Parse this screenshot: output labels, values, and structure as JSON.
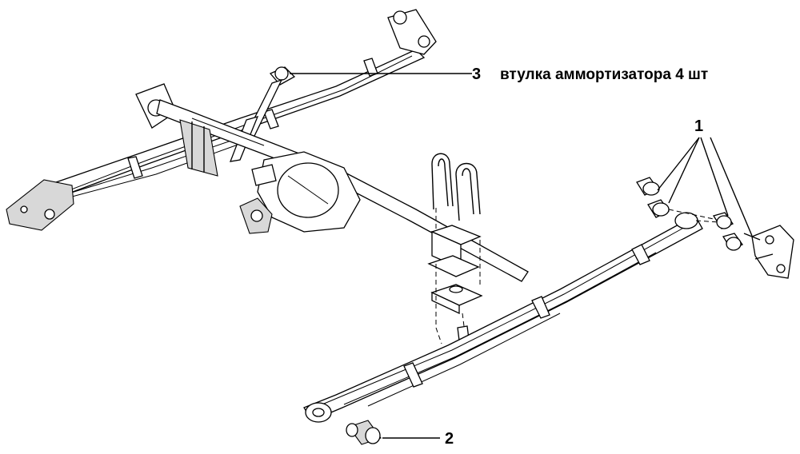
{
  "callouts": {
    "c1": {
      "number": "1"
    },
    "c2": {
      "number": "2"
    },
    "c3": {
      "number": "3",
      "text": "втулка аммортизатора 4 шт"
    }
  },
  "colors": {
    "ink": "#000000",
    "background": "#ffffff",
    "shade": "#d8d8d8"
  }
}
